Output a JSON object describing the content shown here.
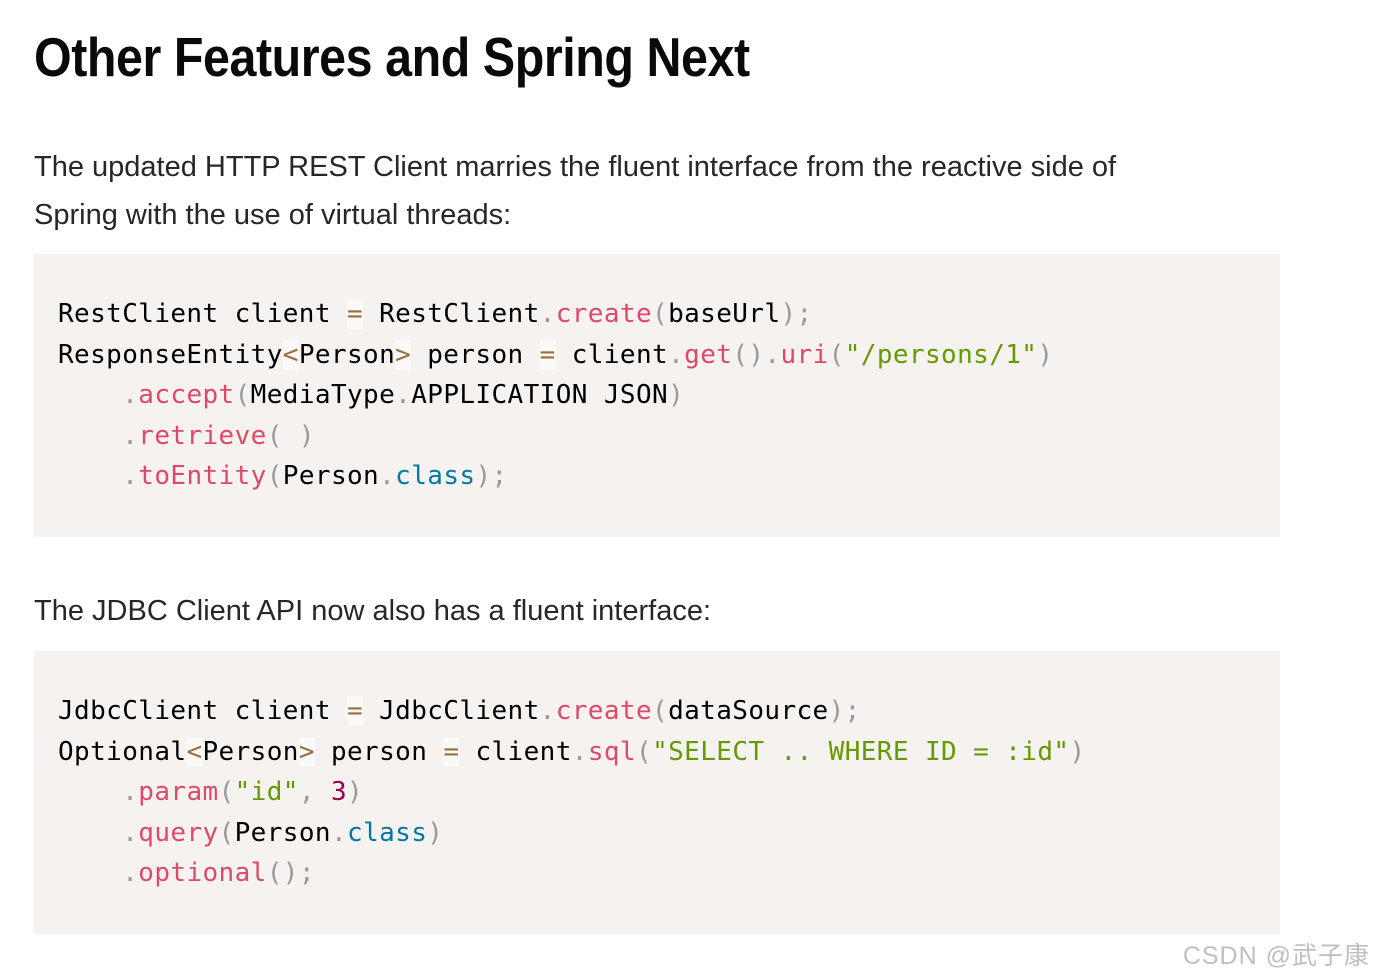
{
  "article": {
    "title": "Other Features and Spring Next",
    "paragraph_intro": "The updated HTTP REST Client marries the fluent interface from the reactive side of\nSpring with the use of virtual threads:",
    "paragraph_jdbc": "The JDBC Client API now also has a fluent interface:",
    "watermark": "CSDN @武子康"
  },
  "colors": {
    "page_background": "#ffffff",
    "code_background": "#f5f2f0",
    "body_text": "#27272a",
    "heading_text": "#0a0a0a",
    "token_plain": "#000000",
    "token_punctuation": "#999999",
    "token_operator": "#9a6e3a",
    "token_operator_background": "rgba(255,255,255,0.5)",
    "token_function": "#DD4A68",
    "token_string": "#669900",
    "token_keyword": "#0077aa",
    "token_number": "#990055",
    "watermark_text": "#aeaaa4"
  },
  "code_blocks": [
    {
      "name": "rest-client-example",
      "lines": [
        [
          {
            "t": "RestClient client ",
            "c": "plain"
          },
          {
            "t": "=",
            "c": "operator"
          },
          {
            "t": " RestClient",
            "c": "plain"
          },
          {
            "t": ".",
            "c": "punct"
          },
          {
            "t": "create",
            "c": "function"
          },
          {
            "t": "(",
            "c": "punct"
          },
          {
            "t": "baseUrl",
            "c": "plain"
          },
          {
            "t": ");",
            "c": "punct"
          }
        ],
        [
          {
            "t": "ResponseEntity",
            "c": "plain"
          },
          {
            "t": "<",
            "c": "operator"
          },
          {
            "t": "Person",
            "c": "plain"
          },
          {
            "t": ">",
            "c": "operator"
          },
          {
            "t": " person ",
            "c": "plain"
          },
          {
            "t": "=",
            "c": "operator"
          },
          {
            "t": " client",
            "c": "plain"
          },
          {
            "t": ".",
            "c": "punct"
          },
          {
            "t": "get",
            "c": "function"
          },
          {
            "t": "().",
            "c": "punct"
          },
          {
            "t": "uri",
            "c": "function"
          },
          {
            "t": "(",
            "c": "punct"
          },
          {
            "t": "\"/persons/1\"",
            "c": "string"
          },
          {
            "t": ")",
            "c": "punct"
          }
        ],
        [
          {
            "t": "    ",
            "c": "plain"
          },
          {
            "t": ".",
            "c": "punct"
          },
          {
            "t": "accept",
            "c": "function"
          },
          {
            "t": "(",
            "c": "punct"
          },
          {
            "t": "MediaType",
            "c": "plain"
          },
          {
            "t": ".",
            "c": "punct"
          },
          {
            "t": "APPLICATION JSON",
            "c": "plain"
          },
          {
            "t": ")",
            "c": "punct"
          }
        ],
        [
          {
            "t": "    ",
            "c": "plain"
          },
          {
            "t": ".",
            "c": "punct"
          },
          {
            "t": "retrieve",
            "c": "function"
          },
          {
            "t": "( )",
            "c": "punct"
          }
        ],
        [
          {
            "t": "    ",
            "c": "plain"
          },
          {
            "t": ".",
            "c": "punct"
          },
          {
            "t": "toEntity",
            "c": "function"
          },
          {
            "t": "(",
            "c": "punct"
          },
          {
            "t": "Person",
            "c": "plain"
          },
          {
            "t": ".",
            "c": "punct"
          },
          {
            "t": "class",
            "c": "keyword"
          },
          {
            "t": ");",
            "c": "punct"
          }
        ]
      ]
    },
    {
      "name": "jdbc-client-example",
      "lines": [
        [
          {
            "t": "JdbcClient client ",
            "c": "plain"
          },
          {
            "t": "=",
            "c": "operator"
          },
          {
            "t": " JdbcClient",
            "c": "plain"
          },
          {
            "t": ".",
            "c": "punct"
          },
          {
            "t": "create",
            "c": "function"
          },
          {
            "t": "(",
            "c": "punct"
          },
          {
            "t": "dataSource",
            "c": "plain"
          },
          {
            "t": ");",
            "c": "punct"
          }
        ],
        [
          {
            "t": "Optional",
            "c": "plain"
          },
          {
            "t": "<",
            "c": "operator"
          },
          {
            "t": "Person",
            "c": "plain"
          },
          {
            "t": ">",
            "c": "operator"
          },
          {
            "t": " person ",
            "c": "plain"
          },
          {
            "t": "=",
            "c": "operator"
          },
          {
            "t": " client",
            "c": "plain"
          },
          {
            "t": ".",
            "c": "punct"
          },
          {
            "t": "sql",
            "c": "function"
          },
          {
            "t": "(",
            "c": "punct"
          },
          {
            "t": "\"SELECT .. WHERE ID = :id\"",
            "c": "string"
          },
          {
            "t": ")",
            "c": "punct"
          }
        ],
        [
          {
            "t": "    ",
            "c": "plain"
          },
          {
            "t": ".",
            "c": "punct"
          },
          {
            "t": "param",
            "c": "function"
          },
          {
            "t": "(",
            "c": "punct"
          },
          {
            "t": "\"id\"",
            "c": "string"
          },
          {
            "t": ",",
            "c": "punct"
          },
          {
            "t": " ",
            "c": "plain"
          },
          {
            "t": "3",
            "c": "number"
          },
          {
            "t": ")",
            "c": "punct"
          }
        ],
        [
          {
            "t": "    ",
            "c": "plain"
          },
          {
            "t": ".",
            "c": "punct"
          },
          {
            "t": "query",
            "c": "function"
          },
          {
            "t": "(",
            "c": "punct"
          },
          {
            "t": "Person",
            "c": "plain"
          },
          {
            "t": ".",
            "c": "punct"
          },
          {
            "t": "class",
            "c": "keyword"
          },
          {
            "t": ")",
            "c": "punct"
          }
        ],
        [
          {
            "t": "    ",
            "c": "plain"
          },
          {
            "t": ".",
            "c": "punct"
          },
          {
            "t": "optional",
            "c": "function"
          },
          {
            "t": "();",
            "c": "punct"
          }
        ]
      ]
    }
  ]
}
